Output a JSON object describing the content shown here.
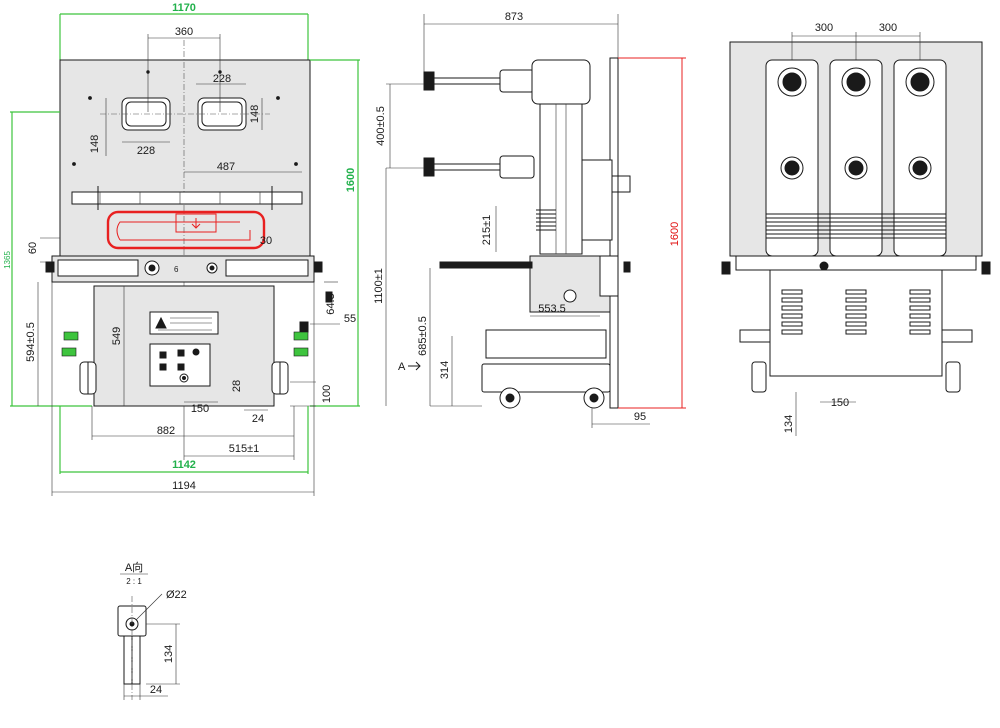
{
  "front_view": {
    "dims_green": {
      "top_width": "1170",
      "height": "1600",
      "bottom_width": "1142",
      "left_height": "1365"
    },
    "dims_black": {
      "d360": "360",
      "d228_top": "228",
      "d148_left": "148",
      "d228_mid": "228",
      "d148_right": "148",
      "d487": "487",
      "d60": "60",
      "d30": "30",
      "d150_a": "150",
      "d150_b": "150",
      "d64_5": "64.5",
      "d55": "55",
      "d594": "594±0.5",
      "d549": "549",
      "d28": "28",
      "d100": "100",
      "d150_c": "150",
      "d24": "24",
      "d882": "882",
      "d515": "515±1",
      "d1194": "1194",
      "small_label": "6"
    }
  },
  "side_view": {
    "dims": {
      "d873": "873",
      "d400": "400±0.5",
      "d1600_red": "1600",
      "d215": "215±1",
      "d1100": "1100±1",
      "d553_5": "553.5",
      "d685": "685±0.5",
      "d314": "314",
      "d95": "95",
      "view_arrow": "A"
    }
  },
  "rear_view": {
    "dims": {
      "d300_a": "300",
      "d300_b": "300",
      "d150": "150",
      "d134": "134"
    }
  },
  "detail_view": {
    "title": "A向",
    "scale": "2 : 1",
    "dia": "Ø22",
    "d134": "134",
    "d24": "24"
  }
}
